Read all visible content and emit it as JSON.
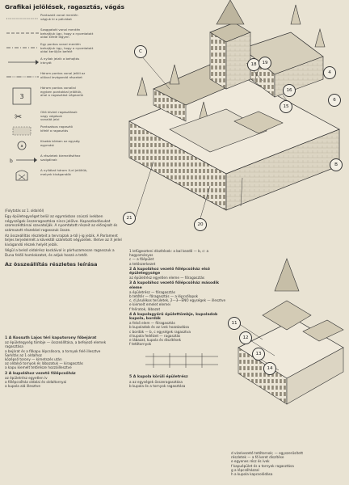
{
  "legend": {
    "title": "Grafikai jelölések, ragasztás, vágás",
    "items": [
      {
        "lines": [
          "Pontozott vonal mentén",
          "vágjuk ki a pálcákat"
        ]
      },
      {
        "lines": [
          "Szaggatott vonal mentén",
          "behajtjuk úgy, hogy a nyomtatott",
          "oldal kifelé legyen"
        ]
      },
      {
        "lines": [
          "Egy pontos vonal mentén",
          "behajtjuk úgy, hogy a nyomtatott",
          "oldal kerüljön befelé"
        ]
      },
      {
        "lines": [
          "A nyilak jelzik a behajtás",
          "irányát"
        ]
      },
      {
        "lines": [
          "Három pontos vonal jelöli az",
          "ollóval levágandó részeket"
        ]
      },
      {
        "lines": [
          "Három pontos vonallal",
          "egyben pontokkal jelöltük,",
          "ahol a ragasztást végezzük"
        ]
      },
      {
        "lines": [
          "Olló kívánt ragasztások",
          "vagy vágások",
          "vonalát jelzi"
        ]
      },
      {
        "lines": [
          "Pontozásos ragasztó",
          "kifelé a ragasztás",
          "helyét jelzi"
        ]
      },
      {
        "lines": [
          "Kisebb körben az egység",
          "egymást"
        ]
      },
      {
        "lines": [
          "A részletek kiemeléséhez",
          "szolgálnak"
        ]
      },
      {
        "lines": [
          "A nyílákat három X-el jelöltük,",
          "melyek kivágandók"
        ]
      }
    ]
  },
  "intro": {
    "sub": "(Folytatás az 1. oldalról)",
    "paragraphs": [
      "Egy épületegységet belül az egymásban csúszó ívekben négyszögek összeragasztása nincs jelölve. Kapaszkodásukat szomszédtársai szavatolják. A nyomtatott részeit az előrajzolt és számozott részekkel ragasszuk össze.",
      "Az összeállítás részleteit a tervrajzok a-tól j-ig jelzik. A Parlament teljes terjedelmét a kövektől számított négyzetek. Illetve az X jellel kivágandó részek helyét jelzik.",
      "Végül a belső oldalrész kockáival is párhuzamosan ragasszuk a Duna felőli homlokzatot, és adjuk hozzá a tetőt."
    ],
    "section_title": "Az összeállítás részletes leírása"
  },
  "list1": [
    {
      "title": "1 A Kossuth Lajos téri kaputorony főbejárat",
      "lines": [
        "az épületegység tömbje — összeállítása, a befejező elemek ragasztása",
        "a bejárat és a főkapu lépcsősora, a tornyok felé illesztve",
        "Sarkítás az 1 oldalhoz",
        "középső torony — kimetszés után",
        "az oldalsó tornyok és lábazatuk — kiragasztás",
        "a kapu kiemelt tetőrésze hozzáillesztve"
      ]
    },
    {
      "title": "2 A kupolához vezető főlépcsőház",
      "lines": [
        "az épületrész egyetlen ív",
        "a főlépcsőház oldalai és oldaltornyai",
        "a kupola alá illesztve"
      ]
    }
  ],
  "mid": {
    "lines": [
      "1 lefügeszteni díszítések: a bal kezdő — b, c: a hagyományos",
      "c — a főépület",
      "a tetőszerkezet"
    ],
    "title2": "2 A kupolához vezető főlépcsőház első épületegysége",
    "lines2": [
      "az épületrész egyetlen eleme — főragasztás"
    ],
    "title3": "3 A kupolához vezető főlépcsőház második eleme",
    "lines3": [
      "a épületrész — főragasztás",
      "b tetőtér — főragasztás — a lépcsőlapok",
      "c, d járulékos területek, 2—3—ÉNO egységek — illesztve",
      "e kiemelt emelet elemei",
      "f feliratok, lábazat"
    ],
    "title4": "4 A kupolagyűrű épülettömbje, kupoladob kupola, bordák",
    "lines4": [
      "a felső elem — főragasztás",
      "b kupoladob és az ívek hozzáadása",
      "c bordák — b, c egységek ragasztva",
      "d kupola fedélzet — ragasztás",
      "e lábazat, kupola és díszítések",
      "f tetőtornyok"
    ],
    "title5": "5 A kupola körüli épületrész",
    "lines5": [
      "a az egységek összeragasztása",
      "b kupola és a tornyok ragasztása"
    ]
  },
  "right": {
    "lines": [
      "d vízelvezető tetőtornok; — egyszerűsített",
      "részletek — a fő keret díszítése",
      "e egyenes rész és ívek",
      "f kapuépület és a tornyok ragasztása",
      "g a lépcsőházzal",
      "h a kupola kapcsolódása"
    ]
  },
  "callouts": [
    "C",
    "18",
    "19",
    "16",
    "15",
    "B",
    "21",
    "20",
    "11",
    "12",
    "13",
    "14",
    "4",
    "6"
  ]
}
